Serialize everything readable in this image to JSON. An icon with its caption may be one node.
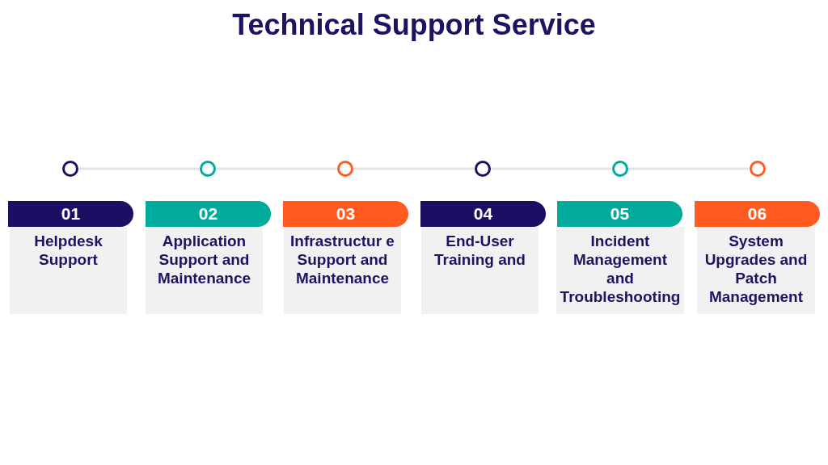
{
  "diagram": {
    "title": "Technical Support Service",
    "nodes": [
      {
        "text": [],
        "shape": "circle"
      },
      {
        "text": [],
        "shape": "circle"
      },
      {
        "text": [],
        "shape": "circle"
      },
      {
        "text": [],
        "shape": "circle"
      },
      {
        "text": [],
        "shape": "circle"
      },
      {
        "text": [],
        "shape": "circle"
      },
      {
        "text": [
          "01",
          "Helpdesk Support"
        ]
      },
      {
        "text": [
          "02",
          "Application Support and Maintenance"
        ]
      },
      {
        "text": [
          "03",
          "Infrastructur e Support and Maintenance"
        ]
      },
      {
        "text": [
          "04",
          "End-User Training and"
        ]
      },
      {
        "text": [
          "05",
          "Incident Management and Troubleshooting"
        ]
      },
      {
        "text": [
          "06",
          "System Upgrades and Patch Management"
        ]
      }
    ],
    "edges": [
      {
        "from": 0,
        "to": 1,
        "arrow": "none"
      },
      {
        "from": 1,
        "to": 2,
        "arrow": "none"
      },
      {
        "from": 2,
        "to": 3,
        "arrow": "none"
      },
      {
        "from": 3,
        "to": 4,
        "arrow": "none"
      },
      {
        "from": 4,
        "to": 5,
        "arrow": "none"
      }
    ]
  }
}
